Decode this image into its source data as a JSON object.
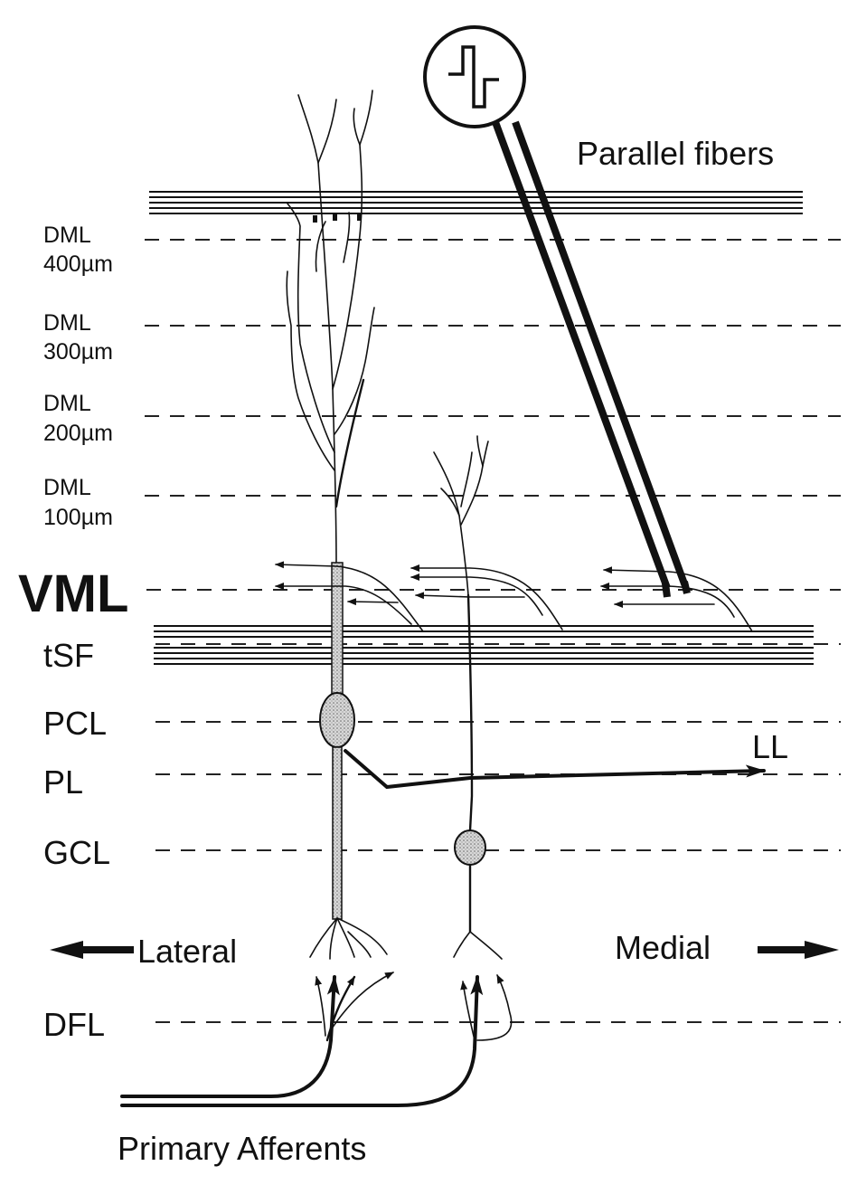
{
  "labels": {
    "parallel_fibers": "Parallel fibers",
    "dml_400": [
      "DML",
      "400µm"
    ],
    "dml_300": [
      "DML",
      "300µm"
    ],
    "dml_200": [
      "DML",
      "200µm"
    ],
    "dml_100": [
      "DML",
      "100µm"
    ],
    "vml": "VML",
    "tsf": "tSF",
    "pcl": "PCL",
    "pl": "PL",
    "ll": "LL",
    "gcl": "GCL",
    "lateral": "Lateral",
    "medial": "Medial",
    "dfl": "DFL",
    "primary_afferents": "Primary Afferents"
  }
}
